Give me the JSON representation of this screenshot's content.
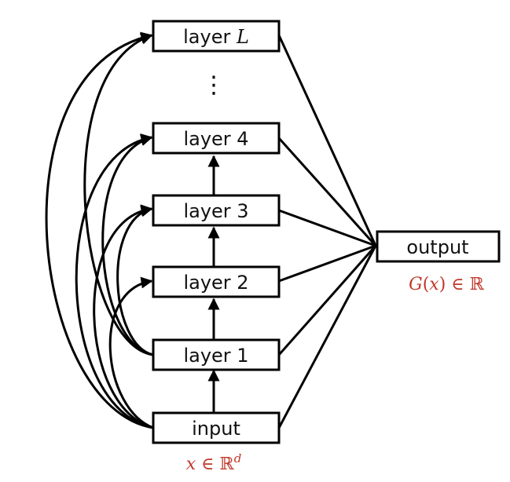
{
  "nodes": {
    "layer_L": {
      "prefix": "layer ",
      "symbol": "L"
    },
    "ellipsis": "⋮",
    "layer_4": "layer 4",
    "layer_3": "layer 3",
    "layer_2": "layer 2",
    "layer_1": "layer 1",
    "input": "input",
    "output": "output"
  },
  "annotations": {
    "input_formula": {
      "var": "x",
      "op": " ∈ ",
      "space": "ℝ",
      "sup": "d"
    },
    "output_formula": {
      "func": "G",
      "open": "(",
      "var": "x",
      "close": ")",
      "op": " ∈ ",
      "space": "ℝ"
    }
  },
  "colors": {
    "annotation": "#c0392b",
    "stroke": "#000000"
  }
}
